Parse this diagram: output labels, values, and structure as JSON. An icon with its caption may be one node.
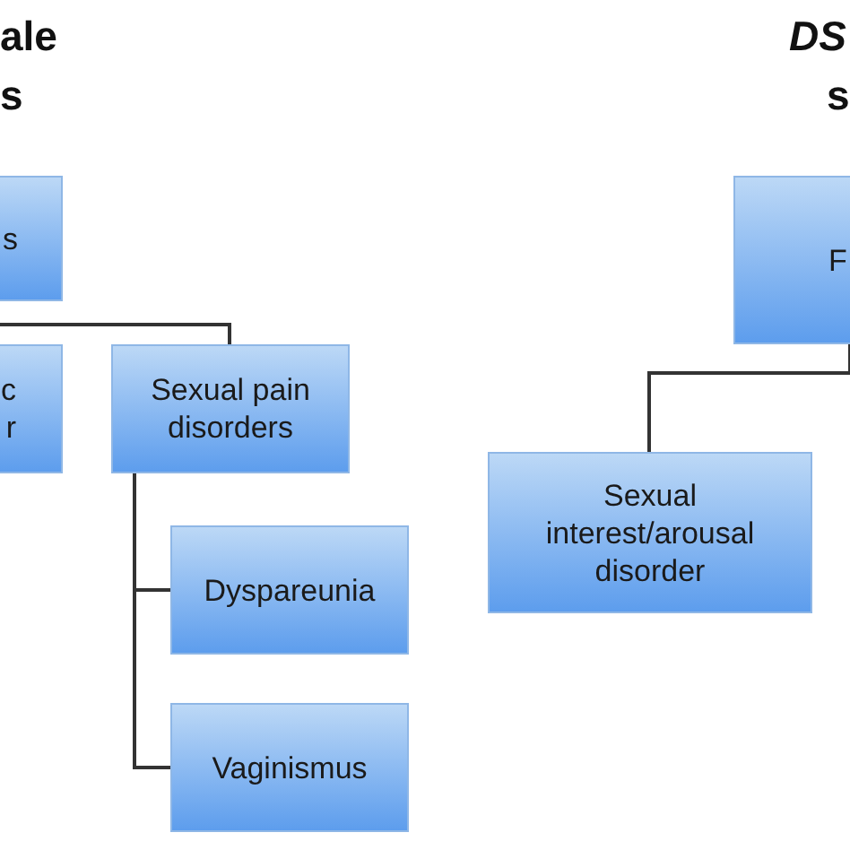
{
  "diagram": {
    "nodes": [
      {
        "text": [
          "s"
        ]
      },
      {
        "text": [
          "c r"
        ]
      },
      {
        "text": [
          "Sexual pain disorders"
        ]
      },
      {
        "text": [
          "Dyspareunia"
        ]
      },
      {
        "text": [
          "Vaginismus"
        ]
      },
      {
        "text": [
          "F"
        ]
      },
      {
        "text": [
          "Sexual interest/arousal disorder"
        ]
      }
    ],
    "edges": [
      {
        "from": 0,
        "to": 2,
        "arrow": "none"
      },
      {
        "from": 2,
        "to": 3,
        "arrow": "none"
      },
      {
        "from": 2,
        "to": 4,
        "arrow": "none"
      },
      {
        "from": 5,
        "to": 6,
        "arrow": "none"
      }
    ],
    "labels": [
      "ale",
      "s",
      "DS",
      "s"
    ]
  }
}
